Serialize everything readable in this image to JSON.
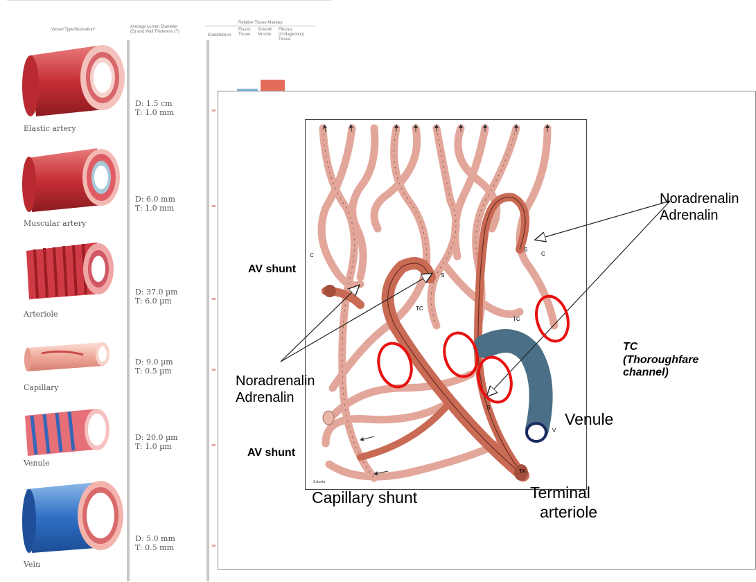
{
  "background_table": {
    "header_vessel": "Vessel Type/Illustration*",
    "header_diameter_line1": "Average Lumen Diameter",
    "header_diameter_line2": "(D) and Wall Thickness (T)",
    "header_relative": "Relative Tissue Makeup",
    "header_cols": [
      "Endothelium",
      "Elastic Tissue",
      "Smooth Muscle",
      "Fibrous (Collagenous) Tissue"
    ],
    "vessels": [
      {
        "name": "Elastic artery",
        "d": "D: 1.5 cm",
        "t": "T: 1.0 mm"
      },
      {
        "name": "Muscular artery",
        "d": "D: 6.0 mm",
        "t": "T: 1.0 mm"
      },
      {
        "name": "Arteriole",
        "d": "D: 37.0 µm",
        "t": "T: 6.0 µm"
      },
      {
        "name": "Capillary",
        "d": "D: 9.0 µm",
        "t": "T: 0.5 µm"
      },
      {
        "name": "Venule",
        "d": "D: 20.0 µm",
        "t": "T: 1.0 µm"
      },
      {
        "name": "Vein",
        "d": "D: 5.0 mm",
        "t": "T: 0.5 mm"
      }
    ]
  },
  "diagram": {
    "labels": {
      "av_shunt_top": "AV shunt",
      "av_shunt_bottom": "AV shunt",
      "nor_left_1": "Noradrenalin",
      "nor_left_2": "Adrenalin",
      "nor_right_1": "Noradrenalin",
      "nor_right_2": "Adrenalin",
      "tc": "TC",
      "tc_desc_1": "(Thoroughfare",
      "tc_desc_2": "channel)",
      "venule": "Venule",
      "capillary_shunt": "Capillary shunt",
      "terminal_1": "Terminal",
      "terminal_2": "arteriole"
    },
    "small_letters": {
      "c_left": "C",
      "c_right": "C",
      "s_top": "S",
      "s_right": "S",
      "s_bottom": "S",
      "tc_mid": "TC",
      "tc_right": "TC",
      "v": "V",
      "ta": "TA",
      "credit": "Sobotta"
    },
    "colors": {
      "capillary": "#e2a79a",
      "arteriole": "#c96a55",
      "venule": "#4a6f86",
      "highlight": "#e81010"
    }
  }
}
